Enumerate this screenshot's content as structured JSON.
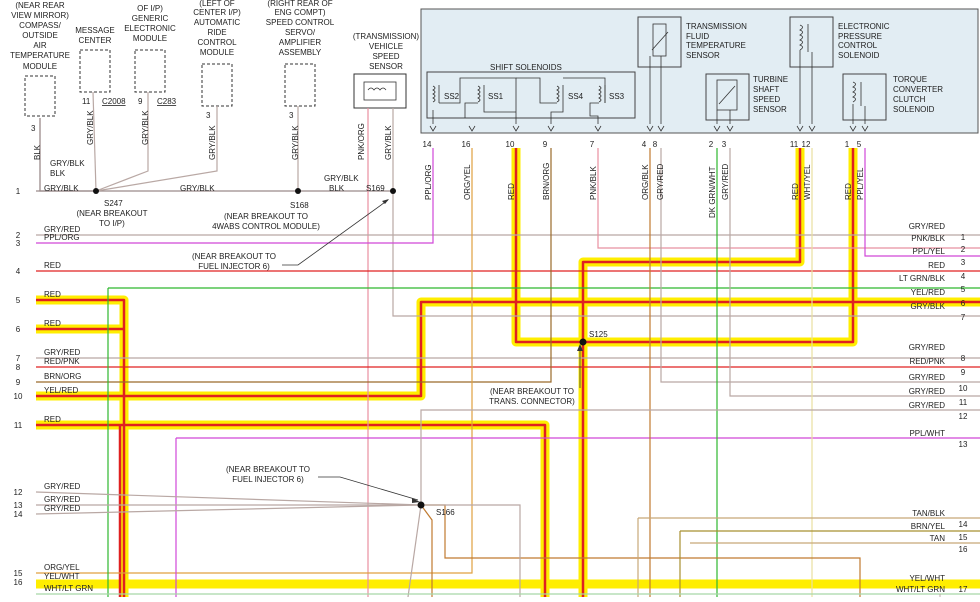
{
  "diagram": {
    "components": {
      "compass": [
        "(NEAR REAR",
        "VIEW MIRROR)",
        "COMPASS/",
        "OUTSIDE",
        "AIR",
        "TEMPERATURE",
        "MODULE"
      ],
      "message_center": [
        "MESSAGE",
        "CENTER"
      ],
      "generic_module": [
        "OF I/P)",
        "GENERIC",
        "ELECTRONIC",
        "MODULE"
      ],
      "ride_control": [
        "(LEFT OF",
        "CENTER I/P)",
        "AUTOMATIC",
        "RIDE",
        "CONTROL",
        "MODULE"
      ],
      "speed_control": [
        "(RIGHT REAR OF",
        "ENG COMPT)",
        "SPEED CONTROL",
        "SERVO/",
        "AMPLIFIER",
        "ASSEMBLY"
      ],
      "vss": [
        "(TRANSMISSION)",
        "VEHICLE",
        "SPEED",
        "SENSOR"
      ],
      "shift_solenoids": "SHIFT SOLENOIDS",
      "ss_labels": [
        "SS2",
        "SS1",
        "SS4",
        "SS3"
      ],
      "fluid_temp": [
        "TRANSMISSION",
        "FLUID",
        "TEMPERATURE",
        "SENSOR"
      ],
      "elec_pressure": [
        "ELECTRONIC",
        "PRESSURE",
        "CONTROL",
        "SOLENOID"
      ],
      "turbine": [
        "TURBINE",
        "SHAFT",
        "SPEED",
        "SENSOR"
      ],
      "torque": [
        "TORQUE",
        "CONVERTER",
        "CLUTCH",
        "SOLENOID"
      ]
    },
    "pins": {
      "compass": "3",
      "msg": "11",
      "msg_conn": "C2008",
      "gen": "9",
      "gen_conn": "C283",
      "ride": "3",
      "speed": "3",
      "trans": [
        "14",
        "16",
        "10",
        "9",
        "7",
        "4",
        "8",
        "2",
        "3",
        "11",
        "12",
        "1",
        "5"
      ]
    },
    "vertical_labels": {
      "compass": "BLK",
      "msg": "GRY/BLK",
      "gen": "GRY/BLK",
      "ride": "GRY/BLK",
      "speed": "GRY/BLK",
      "vss_a": "PNK/ORG",
      "vss_b": "GRY/BLK",
      "trans": [
        "PPL/ORG",
        "ORG/YEL",
        "RED",
        "BRN/ORG",
        "PNK/BLK",
        "ORG/BLK",
        "GRY/RED",
        "DK GRN/WHT",
        "GRY/RED",
        "RED",
        "WHT/YEL",
        "RED",
        "PPL/YEL"
      ]
    },
    "splices": {
      "s247": "S247",
      "s247_note": [
        "(NEAR BREAKOUT",
        "TO I/P)"
      ],
      "s168": "S168",
      "s168_note": [
        "(NEAR BREAKOUT TO",
        "4WABS CONTROL MODULE)"
      ],
      "s169": "S169",
      "s169_note": [
        "(NEAR BREAKOUT TO",
        "FUEL INJECTOR 6)"
      ],
      "s125": "S125",
      "s125_note": [
        "(NEAR BREAKOUT TO",
        "TRANS. CONNECTOR)"
      ],
      "s166": "S166",
      "s166_note": [
        "(NEAR BREAKOUT TO",
        "FUEL INJECTOR 6)"
      ]
    },
    "wire_texts": {
      "gryblk_drop": "GRY/BLK",
      "gryblk_row1a": "GRY/BLK",
      "gryblk_row1b": "GRY/BLK",
      "gryblk_row1c": "GRY/BLK",
      "gryblk_row1d": "BLK"
    },
    "left_rows": [
      {
        "num": "1",
        "label": "GRY/BLK"
      },
      {
        "num": "2",
        "label": "GRY/RED"
      },
      {
        "num": "3",
        "label": "PPL/ORG"
      },
      {
        "num": "4",
        "label": "RED"
      },
      {
        "num": "5",
        "label": "RED"
      },
      {
        "num": "6",
        "label": "RED"
      },
      {
        "num": "7",
        "label": "GRY/RED"
      },
      {
        "num": "8",
        "label": "RED/PNK"
      },
      {
        "num": "9",
        "label": "BRN/ORG"
      },
      {
        "num": "10",
        "label": "YEL/RED"
      },
      {
        "num": "11",
        "label": "RED"
      },
      {
        "num": "12",
        "label": "GRY/RED"
      },
      {
        "num": "13",
        "label": "GRY/RED"
      },
      {
        "num": "14",
        "label": "GRY/RED"
      },
      {
        "num": "15",
        "label": "ORG/YEL"
      },
      {
        "num": "16",
        "label": "YEL/WHT"
      },
      {
        "num": "",
        "label": "WHT/LT GRN"
      }
    ],
    "right_rows": [
      {
        "num": "1",
        "label": "GRY/RED"
      },
      {
        "num": "2",
        "label": "PNK/BLK"
      },
      {
        "num": "3",
        "label": "PPL/YEL"
      },
      {
        "num": "4",
        "label": "RED"
      },
      {
        "num": "5",
        "label": "LT GRN/BLK"
      },
      {
        "num": "6",
        "label": "YEL/RED"
      },
      {
        "num": "7",
        "label": "GRY/BLK"
      },
      {
        "num": "8",
        "label": "GRY/RED"
      },
      {
        "num": "9",
        "label": "RED/PNK"
      },
      {
        "num": "10",
        "label": "GRY/RED"
      },
      {
        "num": "11",
        "label": "GRY/RED"
      },
      {
        "num": "12",
        "label": "GRY/RED"
      },
      {
        "num": "13",
        "label": "PPL/WHT"
      },
      {
        "num": "14",
        "label": "TAN/BLK"
      },
      {
        "num": "15",
        "label": "BRN/YEL"
      },
      {
        "num": "16",
        "label": "TAN"
      },
      {
        "num": "17",
        "label": "YEL/WHT"
      },
      {
        "num": "",
        "label": "WHT/LT GRN"
      }
    ],
    "colors": {
      "red": "#e02020",
      "gry": "#b9a8a4",
      "pnk": "#e890a0",
      "ppl": "#d048d8",
      "grn": "#2eb82e",
      "orgyel": "#e0a040",
      "brn": "#9a6a2a",
      "orgblk": "#c07a30",
      "tan": "#c8a878",
      "brnyel": "#a89030",
      "yellow": "#ffee00",
      "wht": "#e8e0a0",
      "panel": "#e2edf3",
      "black": "#111111"
    }
  }
}
